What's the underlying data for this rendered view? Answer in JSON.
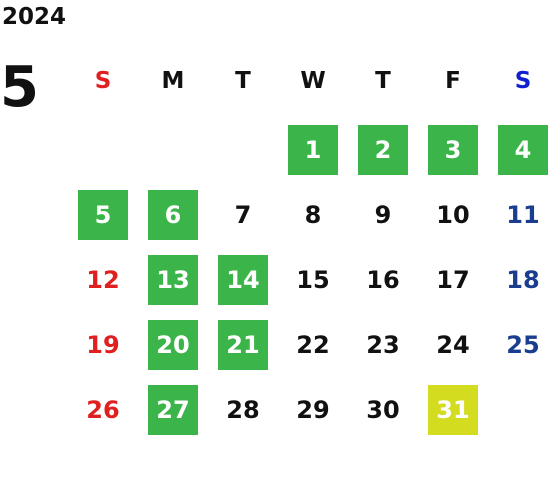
{
  "year": "2024",
  "month": "5",
  "weekdays": [
    "S",
    "M",
    "T",
    "W",
    "T",
    "F",
    "S"
  ],
  "colors": {
    "sunday": "#e02020",
    "saturday": "#1a3d8f",
    "saturday_header": "#1020d0",
    "weekday": "#111111",
    "highlight_green": "#3bb54a",
    "highlight_yellow": "#d4dc1f",
    "highlight_text": "#ffffff"
  },
  "first_weekday_index": 3,
  "days": [
    {
      "day": "1",
      "highlight": "green"
    },
    {
      "day": "2",
      "highlight": "green"
    },
    {
      "day": "3",
      "highlight": "green"
    },
    {
      "day": "4",
      "highlight": "green"
    },
    {
      "day": "5",
      "highlight": "green"
    },
    {
      "day": "6",
      "highlight": "green"
    },
    {
      "day": "7",
      "highlight": ""
    },
    {
      "day": "8",
      "highlight": ""
    },
    {
      "day": "9",
      "highlight": ""
    },
    {
      "day": "10",
      "highlight": ""
    },
    {
      "day": "11",
      "highlight": ""
    },
    {
      "day": "12",
      "highlight": ""
    },
    {
      "day": "13",
      "highlight": "green"
    },
    {
      "day": "14",
      "highlight": "green"
    },
    {
      "day": "15",
      "highlight": ""
    },
    {
      "day": "16",
      "highlight": ""
    },
    {
      "day": "17",
      "highlight": ""
    },
    {
      "day": "18",
      "highlight": ""
    },
    {
      "day": "19",
      "highlight": ""
    },
    {
      "day": "20",
      "highlight": "green"
    },
    {
      "day": "21",
      "highlight": "green"
    },
    {
      "day": "22",
      "highlight": ""
    },
    {
      "day": "23",
      "highlight": ""
    },
    {
      "day": "24",
      "highlight": ""
    },
    {
      "day": "25",
      "highlight": ""
    },
    {
      "day": "26",
      "highlight": ""
    },
    {
      "day": "27",
      "highlight": "green"
    },
    {
      "day": "28",
      "highlight": ""
    },
    {
      "day": "29",
      "highlight": ""
    },
    {
      "day": "30",
      "highlight": ""
    },
    {
      "day": "31",
      "highlight": "yellow"
    }
  ]
}
